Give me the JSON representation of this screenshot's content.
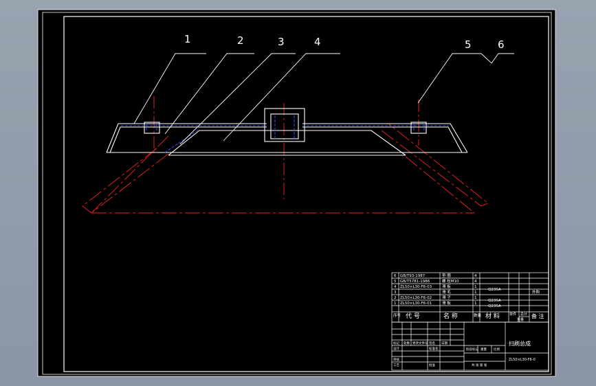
{
  "drawing": {
    "balloons": [
      "1",
      "2",
      "3",
      "4",
      "5",
      "6"
    ]
  },
  "bom": {
    "rows": [
      {
        "seq": "6",
        "code": "GB/T93-1987",
        "name": "垫 圈",
        "qty": "4",
        "material": "",
        "note": ""
      },
      {
        "seq": "5",
        "code": "GB/T5781-1986",
        "name": "螺 栓M10",
        "qty": "4",
        "material": "",
        "note": ""
      },
      {
        "seq": "4",
        "code": "ZL50×L30-F6-03",
        "name": "滑 板",
        "qty": "1",
        "material": "Q235A",
        "note": ""
      },
      {
        "seq": "3",
        "code": "",
        "name": "滑 毛",
        "qty": "1",
        "material": "",
        "note": "外购"
      },
      {
        "seq": "2",
        "code": "ZL50×L30-F6-02",
        "name": "滑 子",
        "qty": "1",
        "material": "Q235A",
        "note": ""
      },
      {
        "seq": "1",
        "code": "ZL50×L30-F6-01",
        "name": "滑 板",
        "qty": "1",
        "material": "Q235A",
        "note": ""
      }
    ],
    "header": {
      "seq": "序号",
      "code": "代 号",
      "name": "名 称",
      "qty": "数量",
      "material": "材 料",
      "unit_weight": "单件",
      "total_weight": "总计",
      "weight": "重量",
      "note": "备 注"
    }
  },
  "title_block": {
    "title": "扫刷总成",
    "drawing_no": "ZL50×L30-F6-0",
    "mark_label": "标记",
    "count_label": "处数",
    "zone_label": "更改文件号",
    "sign_label": "签名",
    "date_label": "日期",
    "design_label": "设计",
    "standard_label": "标准化",
    "check_label": "审核",
    "craft_label": "工艺",
    "approve_label": "批准",
    "stage_label": "阶段标记",
    "weight_label": "重量",
    "scale_label": "比例",
    "sheets_label": "共 张 第 张"
  },
  "colors": {
    "paper": "#000000",
    "frame": "#ffffff",
    "centerline": "#e02020",
    "hidden": "#3050ff",
    "bg": "#929daa"
  }
}
